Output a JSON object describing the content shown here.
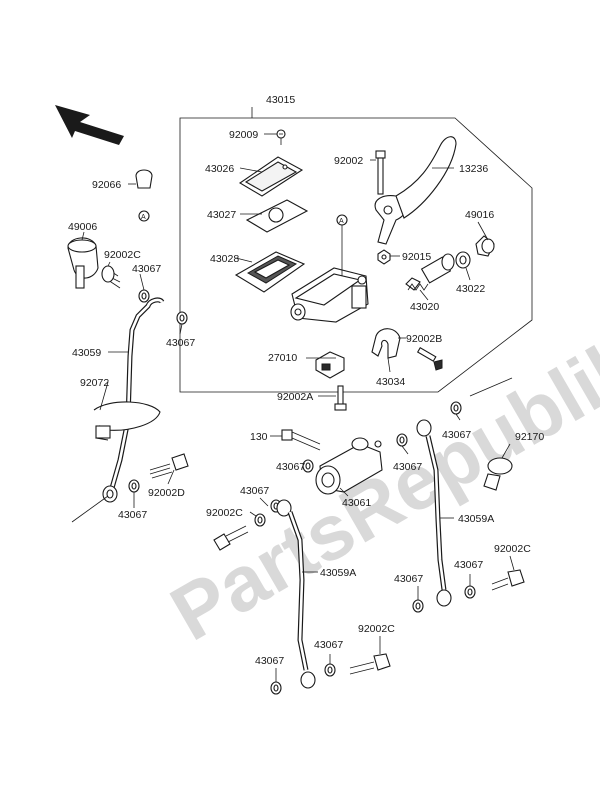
{
  "watermark": "PartsRepublik",
  "assembly_label": "43015",
  "ref_marker": "A",
  "parts": {
    "p92009": "92009",
    "p92002_top": "92002",
    "p13236": "13236",
    "p43026": "43026",
    "p43027": "43027",
    "p43028": "43028",
    "p49016": "49016",
    "p92015": "92015",
    "p43022": "43022",
    "p43020": "43020",
    "p92002B": "92002B",
    "p27010": "27010",
    "p43034": "43034",
    "p92002A": "92002A",
    "p92066": "92066",
    "p49006": "49006",
    "p92002C_top": "92002C",
    "p43067_a": "43067",
    "p43067_b": "43067",
    "p43059": "43059",
    "p92072": "92072",
    "p92002D": "92002D",
    "p43067_c": "43067",
    "p130": "130",
    "p43067_d": "43067",
    "p43061": "43061",
    "p43067_e": "43067",
    "p43067_f": "43067",
    "p92170": "92170",
    "p43059A_r": "43059A",
    "p43067_g": "43067",
    "p92002C_l": "92002C",
    "p43059A_m": "43059A",
    "p92002C_r": "92002C",
    "p43067_h": "43067",
    "p43067_i": "43067",
    "p43067_j": "43067",
    "p92002C_b": "92002C",
    "p43067_k": "43067"
  }
}
